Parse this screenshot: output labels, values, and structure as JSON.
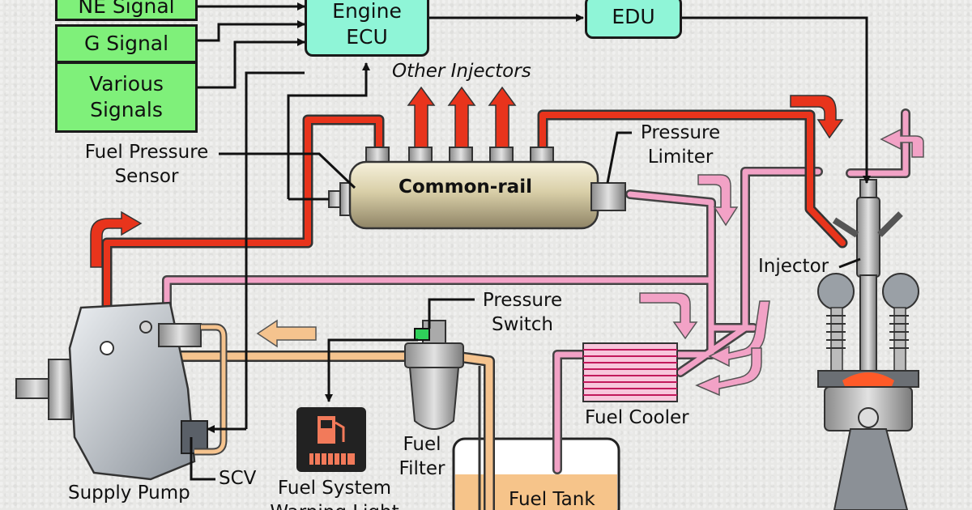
{
  "signals": {
    "ne": "NE Signal",
    "g": "G Signal",
    "various_line1": "Various",
    "various_line2": "Signals"
  },
  "ecu": {
    "line1": "Engine",
    "line2": "ECU"
  },
  "edu": "EDU",
  "other_injectors": "Other Injectors",
  "common_rail": "Common-rail",
  "fuel_pressure_sensor": {
    "line1": "Fuel Pressure",
    "line2": "Sensor"
  },
  "pressure_limiter": {
    "line1": "Pressure",
    "line2": "Limiter"
  },
  "pressure_switch": {
    "line1": "Pressure",
    "line2": "Switch"
  },
  "injector": "Injector",
  "fuel_cooler": "Fuel Cooler",
  "fuel_filter": {
    "line1": "Fuel",
    "line2": "Filter"
  },
  "fuel_tank": "Fuel Tank",
  "supply_pump": "Supply Pump",
  "scv": "SCV",
  "warning_light": {
    "line1": "Fuel System",
    "line2": "Warning Light"
  },
  "colors": {
    "high_pressure": "#e8341c",
    "return_line": "#f2a2c6",
    "low_pressure": "#f5c38e",
    "signal_box": "#7ff07a",
    "ecu_box": "#8ff5d7"
  }
}
